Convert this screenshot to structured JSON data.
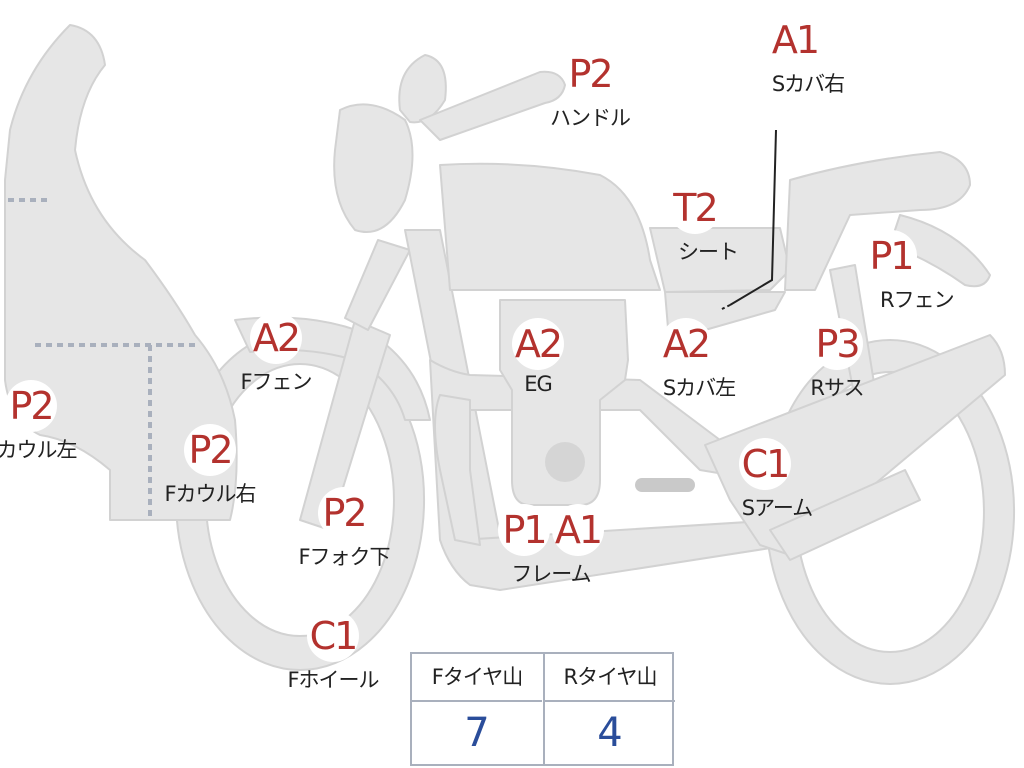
{
  "parts": [
    {
      "id": "f-cowl-left",
      "grade": "P2",
      "label": "Fカウル左"
    },
    {
      "id": "f-cowl-right",
      "grade": "P2",
      "label": "Fカウル右"
    },
    {
      "id": "f-fender",
      "grade": "A2",
      "label": "Fフェン"
    },
    {
      "id": "f-fork-lower",
      "grade": "P2",
      "label": "Fフォク下"
    },
    {
      "id": "f-wheel",
      "grade": "C1",
      "label": "Fホイール"
    },
    {
      "id": "handle",
      "grade": "P2",
      "label": "ハンドル"
    },
    {
      "id": "engine",
      "grade": "A2",
      "label": "EG"
    },
    {
      "id": "frame",
      "grades": [
        "P1",
        "A1"
      ],
      "label": "フレーム"
    },
    {
      "id": "seat",
      "grade": "T2",
      "label": "シート"
    },
    {
      "id": "s-cover-right",
      "grade": "A1",
      "label": "Sカバ右"
    },
    {
      "id": "s-cover-left",
      "grade": "A2",
      "label": "Sカバ左"
    },
    {
      "id": "r-fender",
      "grade": "P1",
      "label": "Rフェン"
    },
    {
      "id": "r-suspension",
      "grade": "P3",
      "label": "Rサス"
    },
    {
      "id": "s-arm",
      "grade": "C1",
      "label": "Sアーム"
    }
  ],
  "tire_table": {
    "front_header": "Fタイヤ山",
    "rear_header": "Rタイヤ山",
    "front_value": "7",
    "rear_value": "4"
  },
  "colors": {
    "body_fill": "#e6e6e6",
    "body_stroke": "#cfcfcf",
    "grade_text": "#b3322e",
    "table_value": "#2a4d9a",
    "table_border": "#a9b0bd"
  }
}
